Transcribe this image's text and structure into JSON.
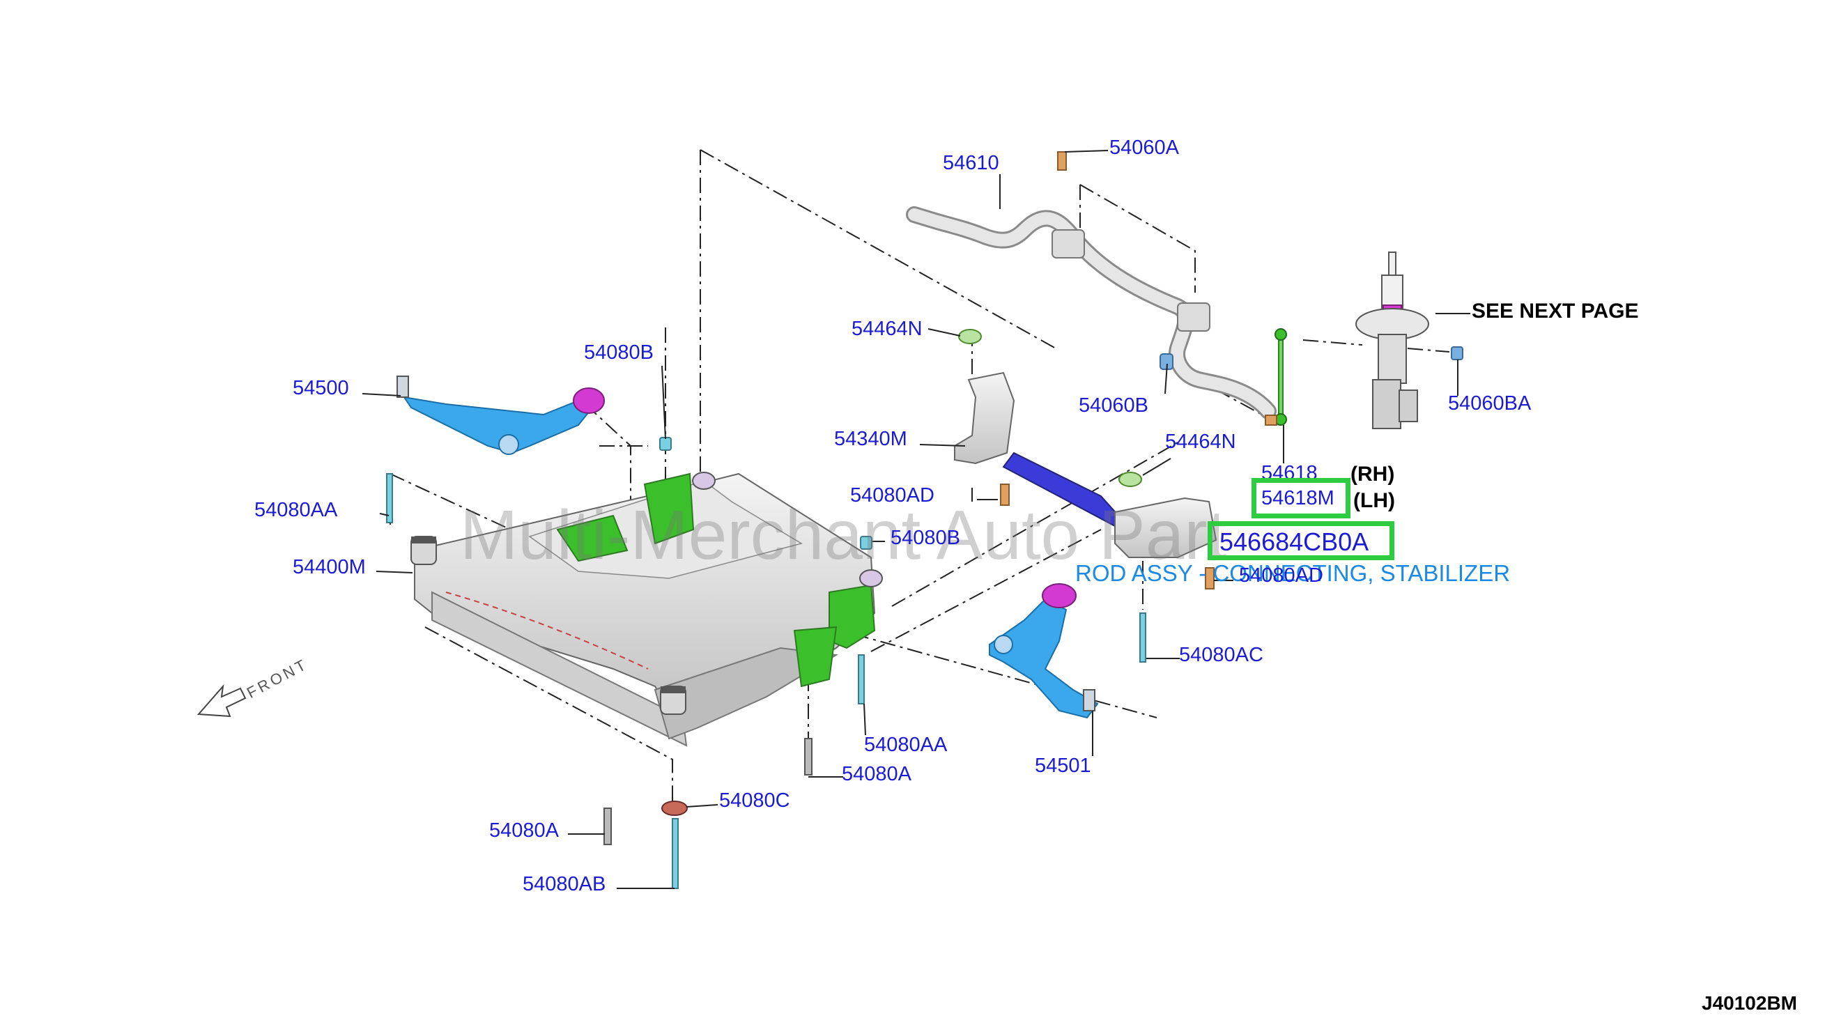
{
  "watermark": "Multi-Merchant Auto Part",
  "parts": {
    "p54060A": "54060A",
    "p54610": "54610",
    "p54464N_1": "54464N",
    "p54060B": "54060B",
    "p54060BA": "54060BA",
    "p54080B_1": "54080B",
    "p54500": "54500",
    "p54340M": "54340M",
    "p54464N_2": "54464N",
    "p54080AD_1": "54080AD",
    "p54080AA_1": "54080AA",
    "p54618": "54618",
    "p54618M": "54618M",
    "p54080B_2": "54080B",
    "p54400M": "54400M",
    "p54080AD_2": "54080AD",
    "p54080AC": "54080AC",
    "p54080AA_2": "54080AA",
    "p54080A_1": "54080A",
    "p54501": "54501",
    "p54080C": "54080C",
    "p54080A_2": "54080A",
    "p54080AB": "54080AB"
  },
  "side": {
    "rh": "(RH)",
    "lh": "(LH)"
  },
  "see_next_page": "SEE NEXT PAGE",
  "highlight_part_no": "546684CB0A",
  "highlight_desc": "ROD ASSY - CONNECTING, STABILIZER",
  "front_label": "FRONT",
  "diagram_code": "J40102BM",
  "colors": {
    "label": "#1b1bd6",
    "highlight": "#2ecc40",
    "desc": "#1b8ae6",
    "arm": "#3aa8ea",
    "bracket": "#3bbf2a",
    "bushing": "#d23ad2",
    "bar": "#3b3bd8"
  }
}
